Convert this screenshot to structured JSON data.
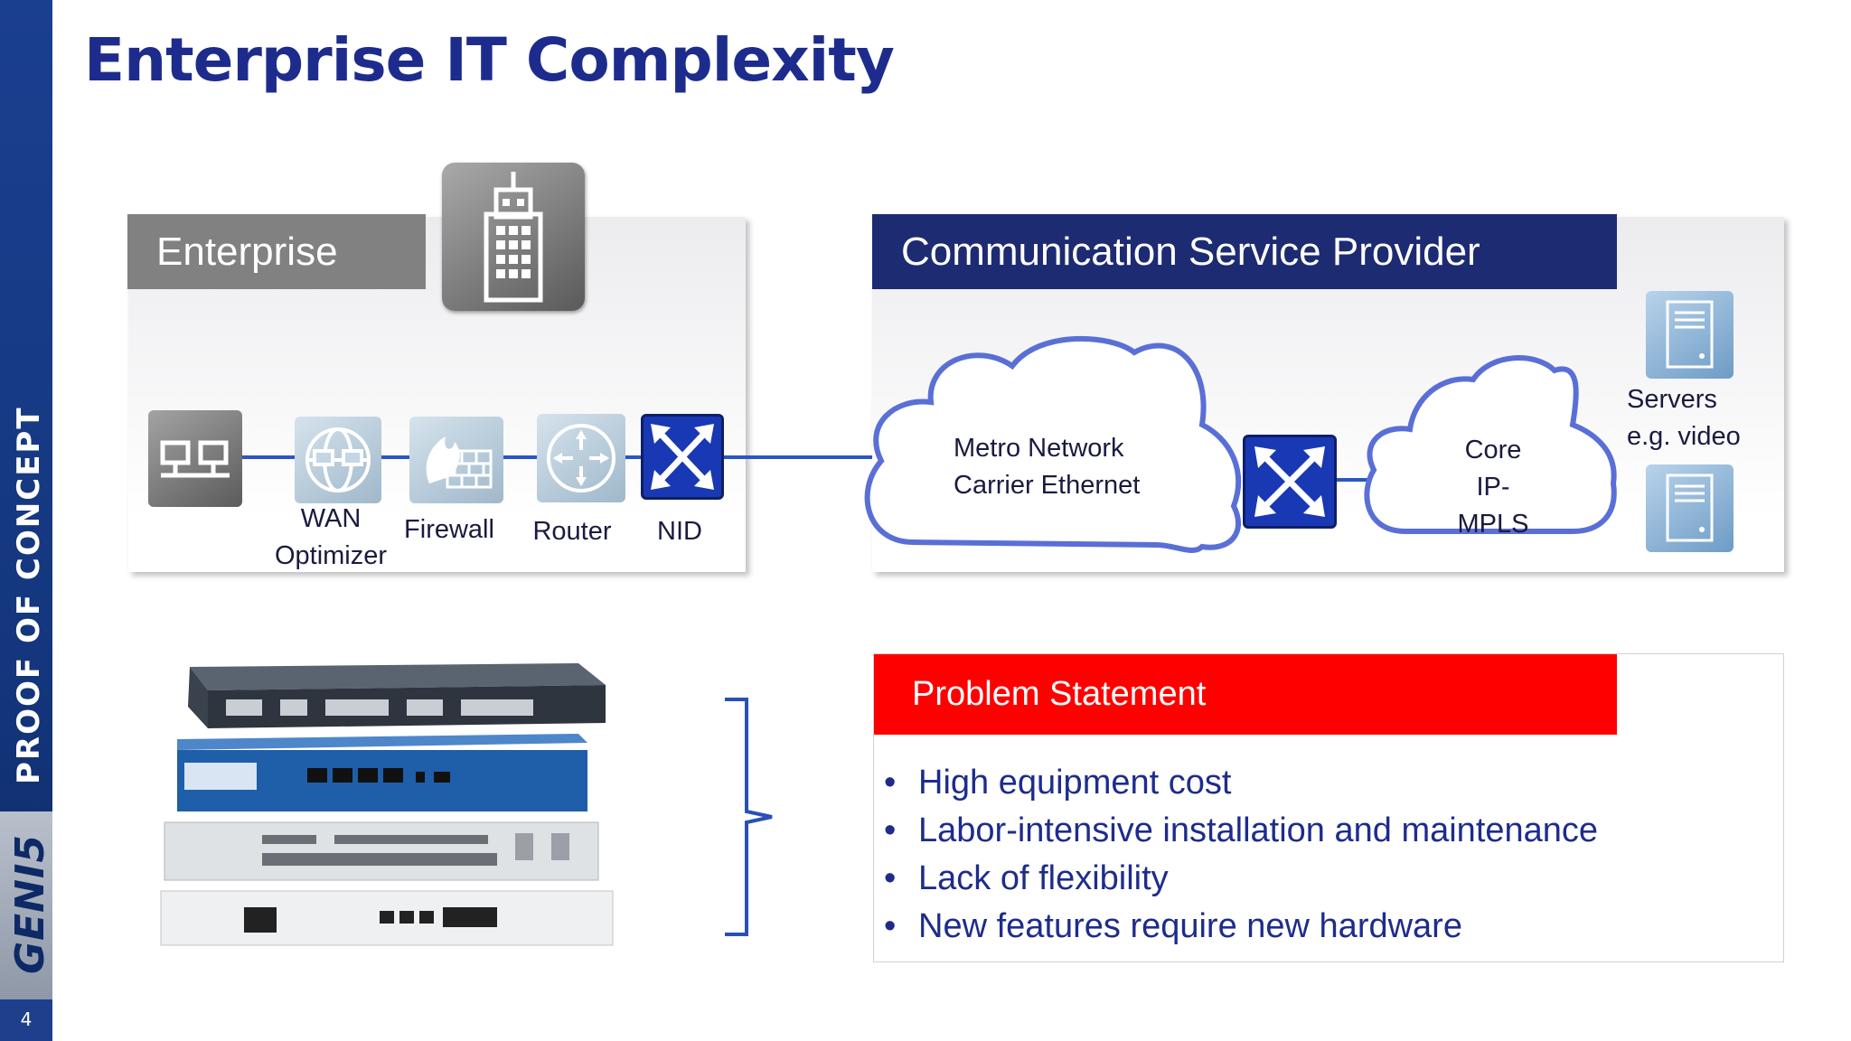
{
  "sidebar": {
    "vertical_label": "PROOF OF CONCEPT",
    "logo_text": "GENI5",
    "page_number": "4"
  },
  "title": "Enterprise IT Complexity",
  "enterprise": {
    "header": "Enterprise",
    "devices": [
      {
        "label": "WAN\nOptimizer"
      },
      {
        "label": "Firewall"
      },
      {
        "label": "Router"
      },
      {
        "label": "NID"
      }
    ]
  },
  "csp": {
    "header": "Communication Service Provider",
    "metro_cloud": [
      "Metro Network",
      "Carrier Ethernet"
    ],
    "core_cloud": [
      "Core",
      "IP-MPLS"
    ],
    "servers_label": [
      "Servers",
      "e.g. video"
    ]
  },
  "problem": {
    "header": "Problem Statement",
    "items": [
      "High equipment cost",
      "Labor-intensive installation and maintenance",
      "Lack of flexibility",
      "New features require new hardware"
    ]
  },
  "colors": {
    "title": "#1d2c8c",
    "csp_header": "#1d2b73",
    "enterprise_header": "#818181",
    "problem_header": "#ff0000",
    "link_line": "#2a56c6",
    "cloud_stroke": "#5a6fd6"
  }
}
